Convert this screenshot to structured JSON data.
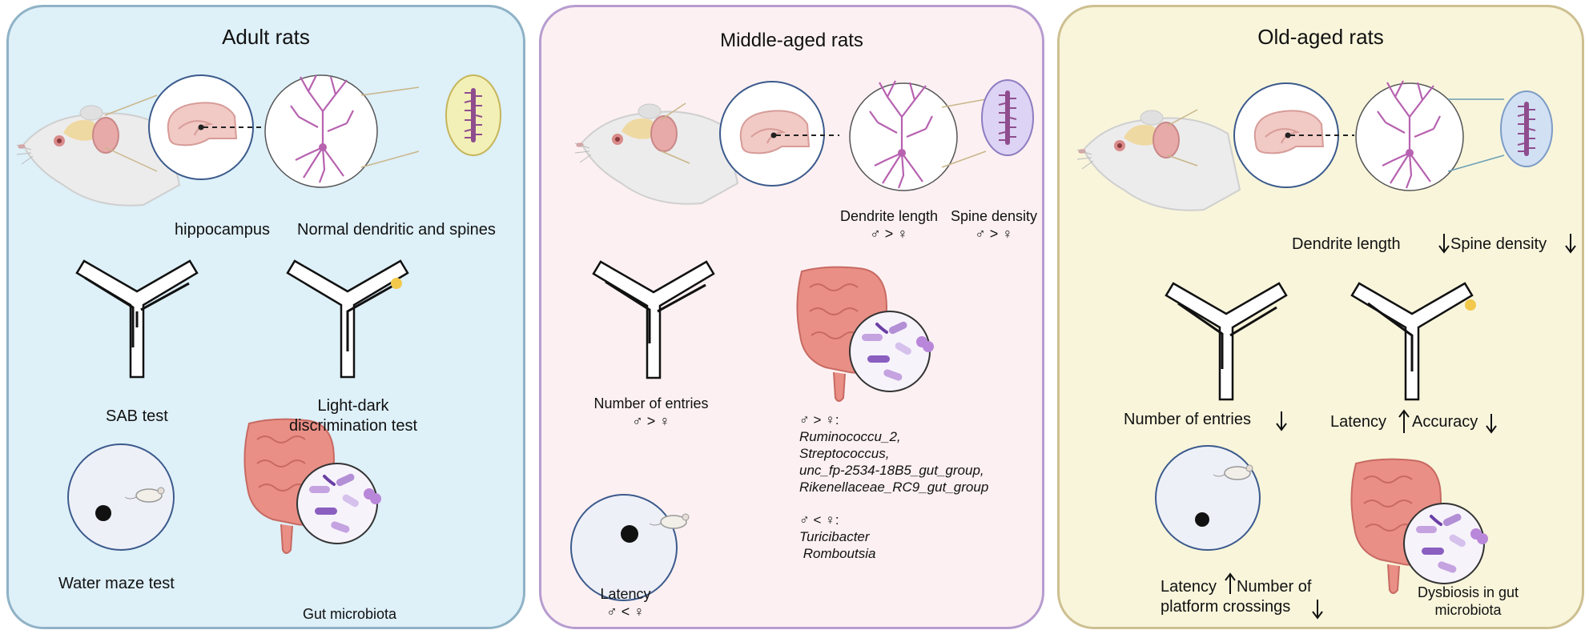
{
  "adult": {
    "title": "Adult  rats",
    "hippocampus": "hippocampus",
    "neuron": "Normal dendritic and spines",
    "sab": "SAB test",
    "ld1": "Light-dark",
    "ld2": "discrimination test",
    "water": "Water maze test",
    "gut": "Gut microbiota"
  },
  "middle": {
    "title": "Middle-aged rats",
    "dendrite": "Dendrite length",
    "dendrite_cmp": "♂ > ♀",
    "spine": "Spine density",
    "spine_cmp": "♂ > ♀",
    "entries": "Number of entries",
    "entries_cmp": "♂ > ♀",
    "latency": "Latency",
    "latency_cmp": "♂ < ♀",
    "gt_head": "♂ > ♀:",
    "gt_taxa": [
      "Ruminococcu_2,",
      "Streptococcus,",
      "unc_fp-2534-18B5_gut_group,",
      "Rikenellaceae_RC9_gut_group"
    ],
    "lt_head": "♂ < ♀:",
    "lt_taxa": [
      "Turicibacter",
      " Romboutsia"
    ]
  },
  "old": {
    "title": "Old-aged rats",
    "dendrite": "Dendrite length",
    "spine": "Spine density",
    "entries": "Number of entries",
    "latency": "Latency",
    "accuracy": "Accuracy",
    "wm_latency": "Latency",
    "wm_cross1": "Number of",
    "wm_cross2": "platform crossings",
    "dys1": "Dysbiosis in gut",
    "dys2": "microbiota"
  }
}
